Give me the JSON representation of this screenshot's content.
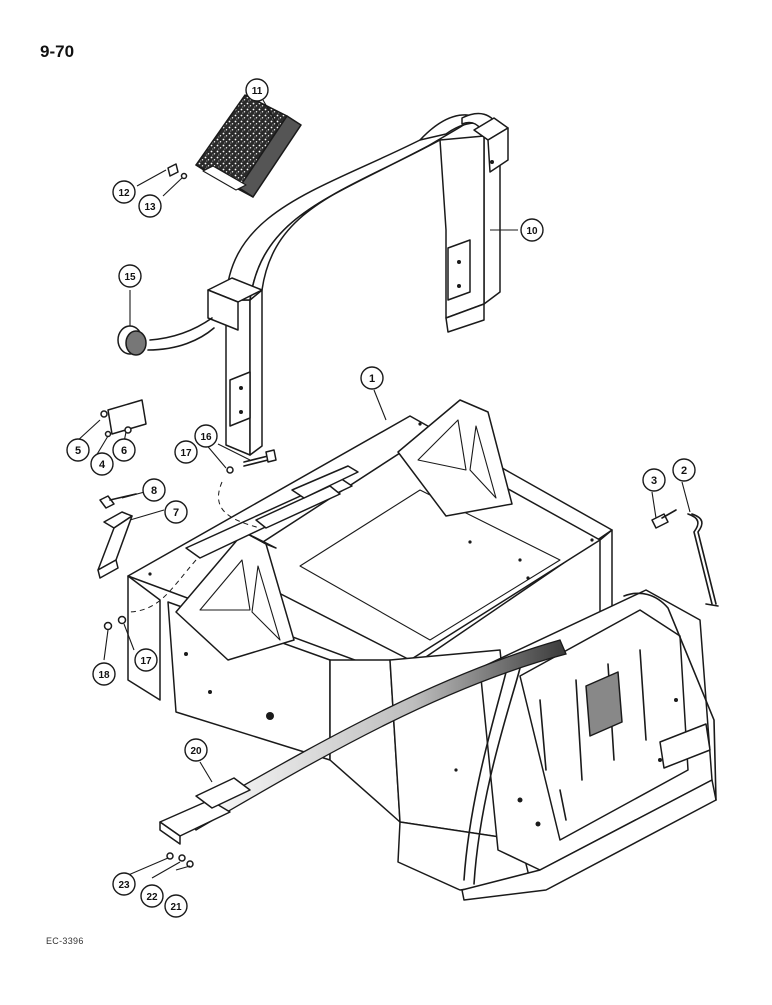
{
  "page": {
    "number": "9-70",
    "figure_code": "EC-3396"
  },
  "callouts": [
    {
      "id": "c1",
      "label": "1"
    },
    {
      "id": "c2",
      "label": "2"
    },
    {
      "id": "c3",
      "label": "3"
    },
    {
      "id": "c4",
      "label": "4"
    },
    {
      "id": "c5",
      "label": "5"
    },
    {
      "id": "c6",
      "label": "6"
    },
    {
      "id": "c7",
      "label": "7"
    },
    {
      "id": "c8",
      "label": "8"
    },
    {
      "id": "c10",
      "label": "10"
    },
    {
      "id": "c11",
      "label": "11"
    },
    {
      "id": "c12",
      "label": "12"
    },
    {
      "id": "c13",
      "label": "13"
    },
    {
      "id": "c15",
      "label": "15"
    },
    {
      "id": "c16",
      "label": "16"
    },
    {
      "id": "c17a",
      "label": "17"
    },
    {
      "id": "c17b",
      "label": "17"
    },
    {
      "id": "c18",
      "label": "18"
    },
    {
      "id": "c20",
      "label": "20"
    },
    {
      "id": "c21",
      "label": "21"
    },
    {
      "id": "c22",
      "label": "22"
    },
    {
      "id": "c23",
      "label": "23"
    }
  ]
}
